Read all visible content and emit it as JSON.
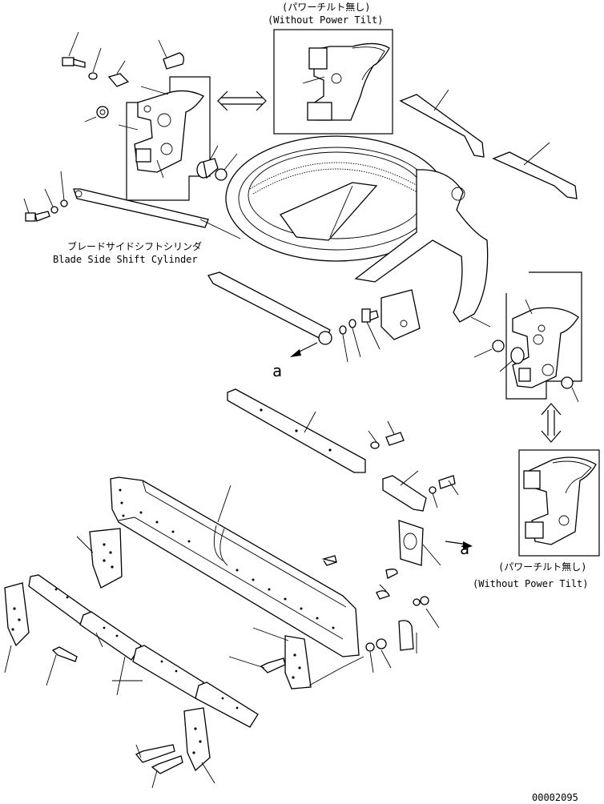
{
  "labels": {
    "top_inset_jp": "(パワーチルト無し)",
    "top_inset_en": "(Without Power Tilt)",
    "cylinder_jp": "ブレードサイドシフトシリンダ",
    "cylinder_en": "Blade Side Shift Cylinder",
    "marker_a_upper": "a",
    "marker_a_lower": "a",
    "right_inset_jp": "(パワーチルト無し)",
    "right_inset_en": "(Without Power Tilt)",
    "drawing_number": "00002095"
  }
}
